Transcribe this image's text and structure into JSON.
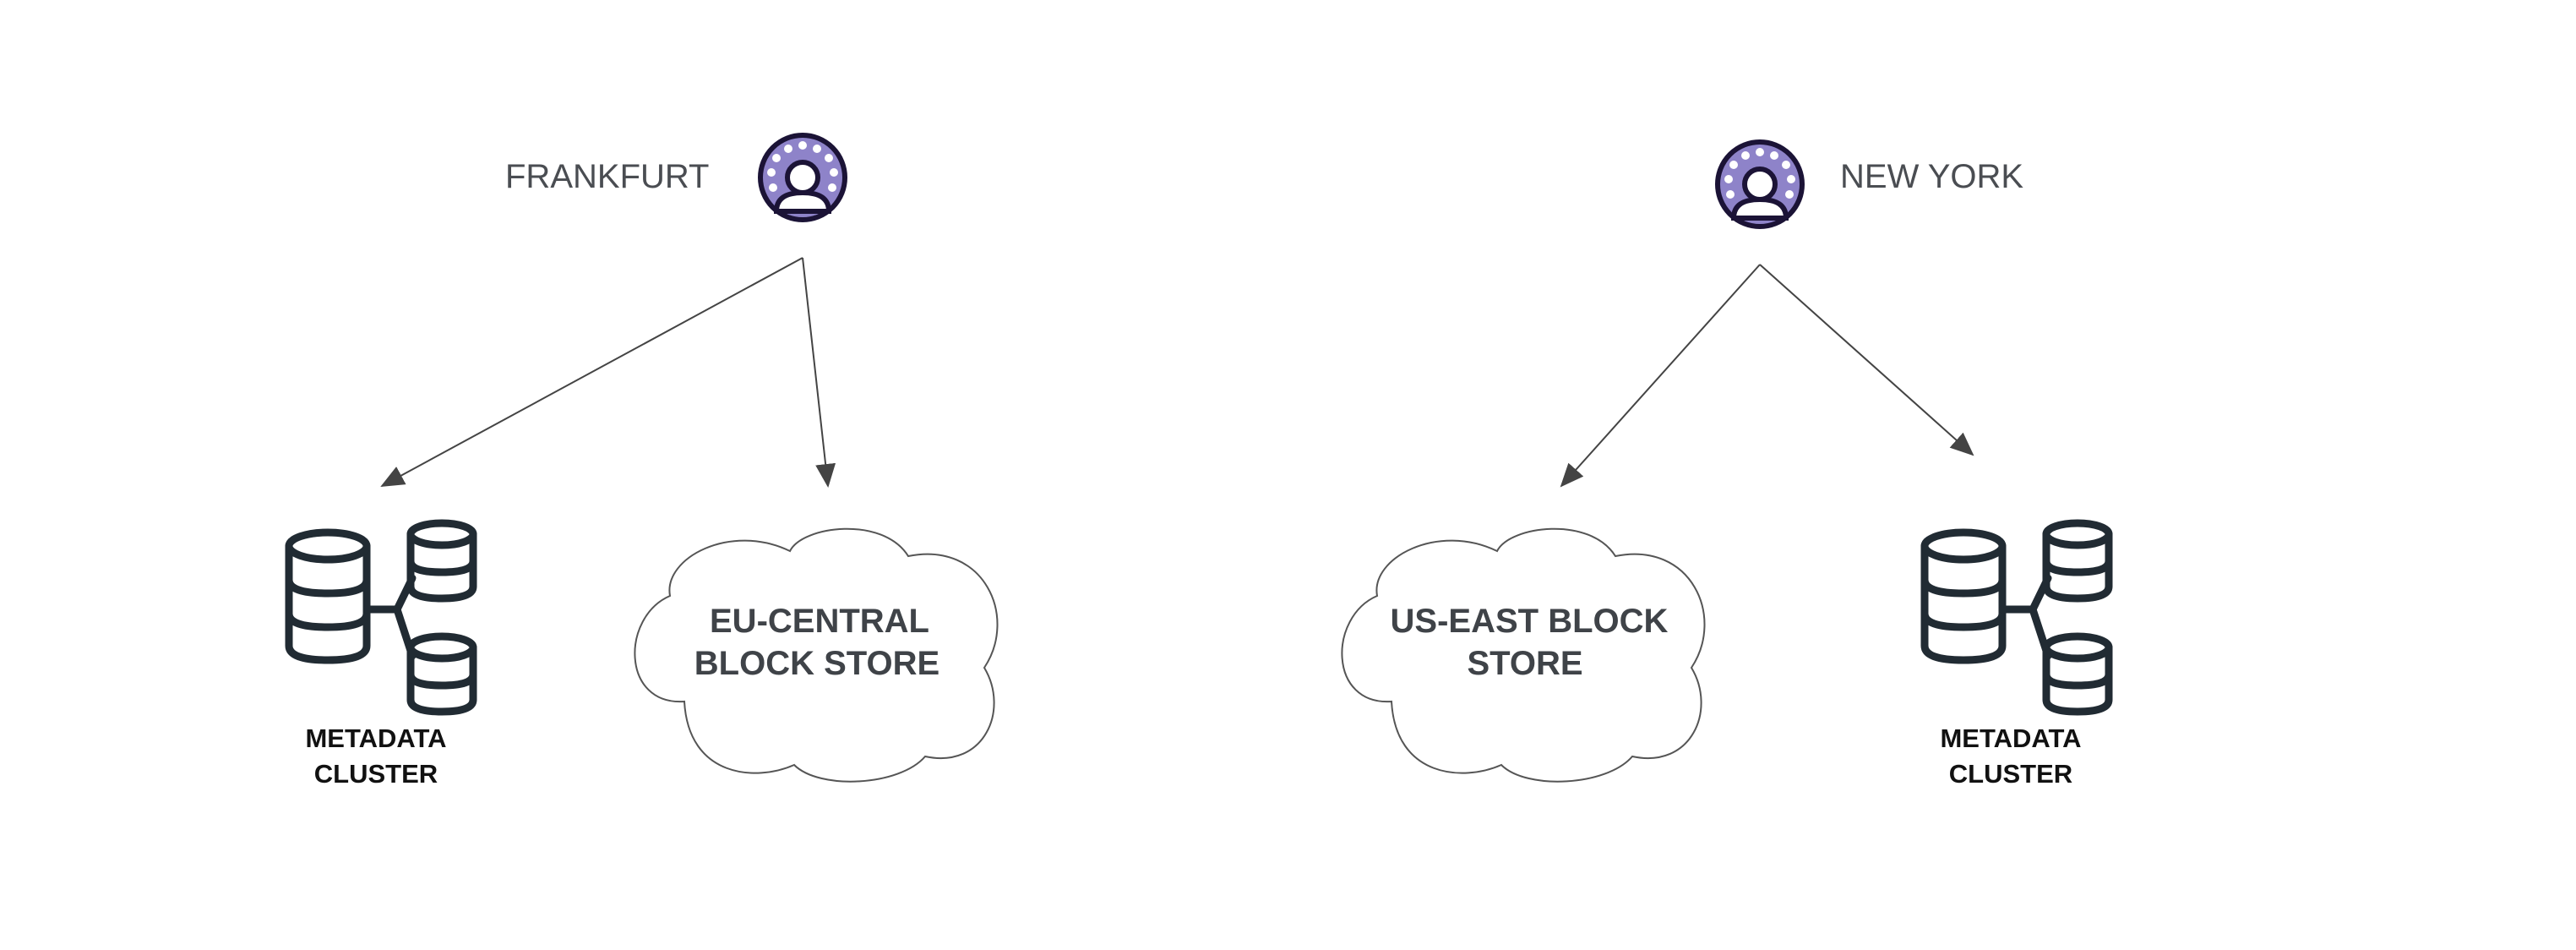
{
  "sites": [
    {
      "name": "FRANKFURT",
      "icon": "user-globe-icon",
      "block_store": {
        "line1": "EU-CENTRAL",
        "line2": "BLOCK STORE",
        "icon": "cloud-icon"
      },
      "metadata": {
        "line1": "METADATA",
        "line2": "CLUSTER",
        "icon": "database-cluster-icon"
      }
    },
    {
      "name": "NEW YORK",
      "icon": "user-globe-icon",
      "block_store": {
        "line1": "US-EAST BLOCK",
        "line2": "STORE",
        "icon": "cloud-icon"
      },
      "metadata": {
        "line1": "METADATA",
        "line2": "CLUSTER",
        "icon": "database-cluster-icon"
      }
    }
  ],
  "colors": {
    "user_ring": "#1b1336",
    "user_fill": "#8e83c9",
    "user_dots": "#ffffff",
    "database": "#212b33",
    "arrow": "#444444",
    "cloud_stroke": "#555555"
  }
}
